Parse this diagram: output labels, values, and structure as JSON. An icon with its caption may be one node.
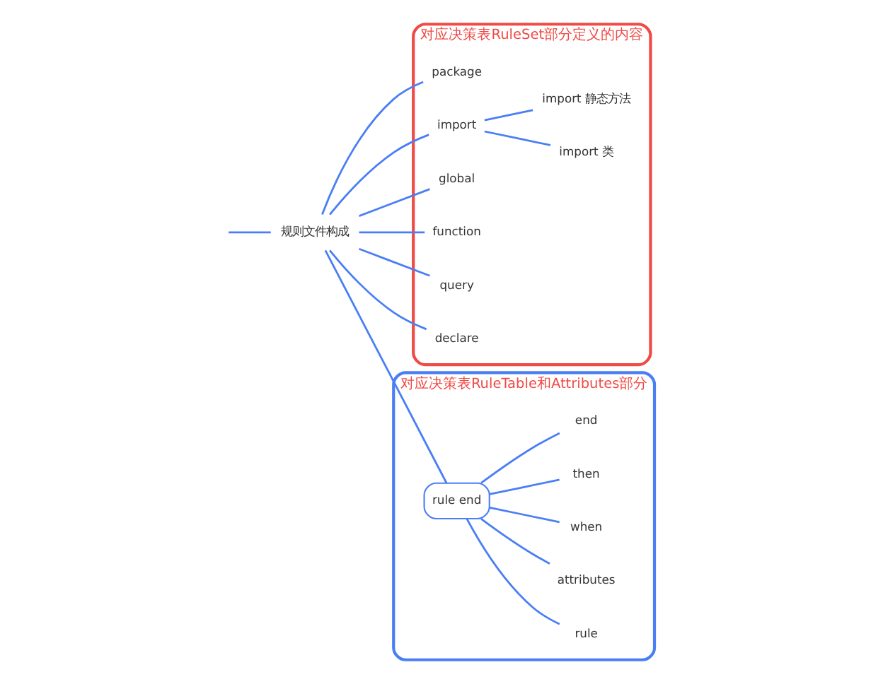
{
  "diagram": {
    "nodes": [
      {
        "text": [
          "规则文件构成"
        ]
      },
      {
        "text": [
          "对应决策表RuleSet部分定义的内容"
        ]
      },
      {
        "text": [
          "package"
        ],
        "in": 1
      },
      {
        "text": [
          "import"
        ],
        "in": 1
      },
      {
        "text": [
          "import 类"
        ],
        "in": 1
      },
      {
        "text": [
          "import 静态方法"
        ],
        "in": 1
      },
      {
        "text": [
          "global"
        ],
        "in": 1
      },
      {
        "text": [
          "function"
        ],
        "in": 1
      },
      {
        "text": [
          "query"
        ],
        "in": 1
      },
      {
        "text": [
          "declare"
        ],
        "in": 1
      },
      {
        "text": [
          "对应决策表RuleTable和Attributes部分"
        ]
      },
      {
        "text": [
          "rule end"
        ],
        "in": 10
      },
      {
        "text": [
          "rule"
        ],
        "in": 10
      },
      {
        "text": [
          "attributes"
        ],
        "in": 10
      },
      {
        "text": [
          "when"
        ],
        "in": 10
      },
      {
        "text": [
          "then"
        ],
        "in": 10
      },
      {
        "text": [
          "end"
        ],
        "in": 10
      }
    ],
    "edges": [
      {
        "from": null,
        "to": 0,
        "arrow": "none"
      },
      {
        "from": 0,
        "to": 2,
        "arrow": "none"
      },
      {
        "from": 0,
        "to": 3,
        "arrow": "none"
      },
      {
        "from": 3,
        "to": 4,
        "arrow": "none"
      },
      {
        "from": 3,
        "to": 5,
        "arrow": "none"
      },
      {
        "from": 0,
        "to": 6,
        "arrow": "none"
      },
      {
        "from": 0,
        "to": 7,
        "arrow": "none"
      },
      {
        "from": 0,
        "to": 8,
        "arrow": "none"
      },
      {
        "from": 0,
        "to": 9,
        "arrow": "none"
      },
      {
        "from": 0,
        "to": 11,
        "arrow": "none"
      },
      {
        "from": 11,
        "to": 12,
        "arrow": "none"
      },
      {
        "from": 11,
        "to": 13,
        "arrow": "none"
      },
      {
        "from": 11,
        "to": 14,
        "arrow": "none"
      },
      {
        "from": 11,
        "to": 15,
        "arrow": "none"
      },
      {
        "from": 11,
        "to": 16,
        "arrow": "none"
      }
    ]
  }
}
